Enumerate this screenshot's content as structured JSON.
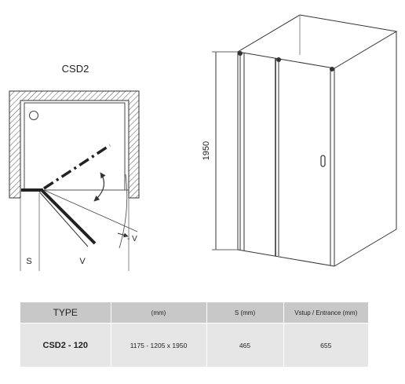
{
  "plan_view": {
    "title": "CSD2",
    "label_s": "S",
    "label_v": "V",
    "label_minus_v": "- V"
  },
  "elevation_view": {
    "height_dimension": "1950"
  },
  "spec_table": {
    "headers": [
      "TYPE",
      "(mm)",
      "S (mm)",
      "Vstup / Entrance (mm)"
    ],
    "rows": [
      [
        "CSD2 - 120",
        "1175 - 1205 x 1950",
        "465",
        "655"
      ]
    ]
  }
}
